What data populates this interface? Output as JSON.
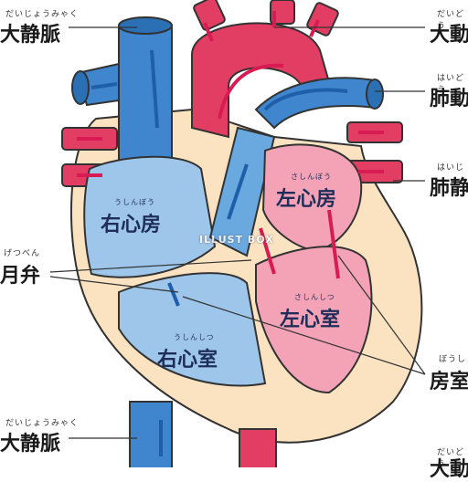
{
  "labels": {
    "svc_top": {
      "ruby": "だいじょうみゃく",
      "text": "大静脈"
    },
    "aorta_top": {
      "ruby": "だいどう",
      "text": "大動"
    },
    "pulm_artery": {
      "ruby": "はいどう",
      "text": "肺動"
    },
    "pulm_vein": {
      "ruby": "はいじ",
      "text": "肺静"
    },
    "valve": {
      "ruby": "げつべん",
      "text": "月弁"
    },
    "septum": {
      "ruby": "ぼうし",
      "text": "房室"
    },
    "ivc_bottom": {
      "ruby": "だいじょうみゃく",
      "text": "大静脈"
    },
    "aorta_bottom": {
      "ruby": "だいどう",
      "text": "大動"
    }
  },
  "chambers": {
    "ra": {
      "ruby": "うしんぼう",
      "text": "右心房"
    },
    "rv": {
      "ruby": "うしんしつ",
      "text": "右心室"
    },
    "la": {
      "ruby": "さしんぼう",
      "text": "左心房"
    },
    "lv": {
      "ruby": "さしんしつ",
      "text": "左心室"
    }
  },
  "watermark": "ILLUST BOX",
  "colors": {
    "vein_blue": "#3f86cf",
    "vein_blue_light": "#9ec5ea",
    "artery_red": "#e23d63",
    "artery_pink": "#f4a3b6",
    "heart_beige": "#fbe3c1",
    "outline": "#333333",
    "arrow_blue": "#1f5ea8",
    "arrow_red": "#d81b52"
  }
}
